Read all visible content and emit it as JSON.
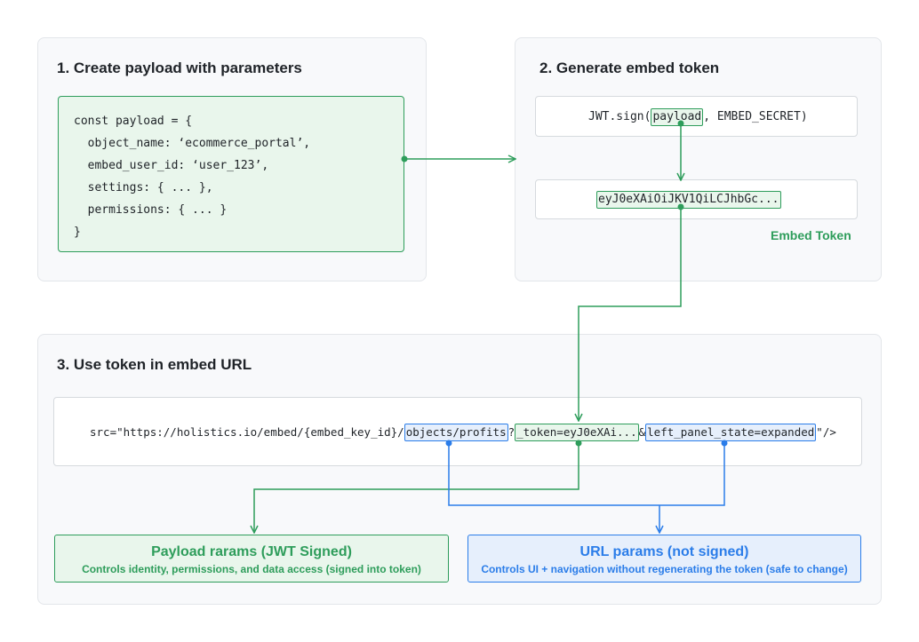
{
  "step1": {
    "title": "1. Create payload with parameters",
    "code_lines": [
      "const payload = {",
      "  object_name: ‘ecommerce_portal’,",
      "  embed_user_id: ‘user_123’,",
      "  settings: { ... },",
      "  permissions: { ... }",
      "}"
    ]
  },
  "step2": {
    "title": "2. Generate embed token",
    "sign_prefix": "JWT.sign(",
    "sign_payload": "payload",
    "sign_suffix": ", EMBED_SECRET)",
    "token_value": "eyJ0eXAiOiJKV1QiLCJhbGc...",
    "token_label": "Embed Token"
  },
  "step3": {
    "title": "3. Use token in embed URL",
    "url_prefix": "src=\"https://holistics.io/embed/{embed_key_id}/",
    "url_path": "objects/profits",
    "url_q": "?",
    "url_token": "_token=eyJ0eXAi...",
    "url_amp": "&",
    "url_param": "left_panel_state=expanded",
    "url_suffix": "\"/>"
  },
  "legend": {
    "payload_title": "Payload rarams (JWT Signed)",
    "payload_desc": "Controls identity, permissions, and data access (signed into token)",
    "url_title": "URL params (not signed)",
    "url_desc": "Controls UI + navigation without regenerating the token (safe to change)"
  },
  "colors": {
    "signed": "#2e9d5b",
    "unsigned": "#2b7de9",
    "panel_bg": "#f8f9fb"
  }
}
